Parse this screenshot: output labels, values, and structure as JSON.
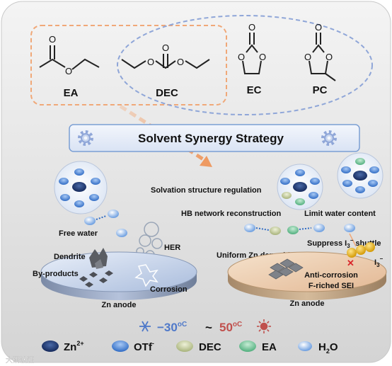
{
  "molecules": {
    "ea": "EA",
    "dec": "DEC",
    "ec": "EC",
    "pc": "PC",
    "oxygen_symbol": "O"
  },
  "strategy_banner": {
    "title": "Solvent Synergy Strategy",
    "icon": "gear-icon"
  },
  "left_panel": {
    "free_water": "Free water",
    "dendrite": "Dendrite",
    "by_products": "By-products",
    "her": "HER",
    "corrosion": "Corrosion",
    "anode": "Zn anode"
  },
  "right_panel": {
    "solvation": "Solvation structure regulation",
    "hb_network": "HB network reconstruction",
    "limit_water": "Limit water content",
    "suppress_prefix": "Suppress I",
    "suppress_sub": "3",
    "suppress_sup": "−",
    "suppress_suffix": " shuttle",
    "uniform": "Uniform Zn deposition",
    "i3_base": "I",
    "i3_sub": "3",
    "i3_sup": "−",
    "anti_corrosion": "Anti-corrosion",
    "sei": "F-riched SEI",
    "anode": "Zn anode"
  },
  "temperature": {
    "low_value": "−30",
    "low_unit": "oC",
    "separator": "~",
    "high_value": "50",
    "high_unit": "oC",
    "low_icon": "snowflake-icon",
    "high_icon": "sun-icon",
    "low_color": "#4f79c9",
    "high_color": "#c0504d"
  },
  "legend": {
    "zn_base": "Zn",
    "zn_sup": "2+",
    "otf_base": "OTf",
    "otf_sup": "-",
    "dec": "DEC",
    "ea": "EA",
    "h2o_base": "H",
    "h2o_sub": "2",
    "h2o_tail": "O"
  },
  "watermark": "大研认证",
  "colors": {
    "zn": "#1f3b73",
    "otf": "#5b8fd9",
    "dec": "#c9d1a3",
    "ea": "#77c79b",
    "water": "#a9c8ee",
    "banner_border": "#7b9fd4",
    "ea_box": "#f0a878",
    "dec_group": "#8fa6d8"
  }
}
